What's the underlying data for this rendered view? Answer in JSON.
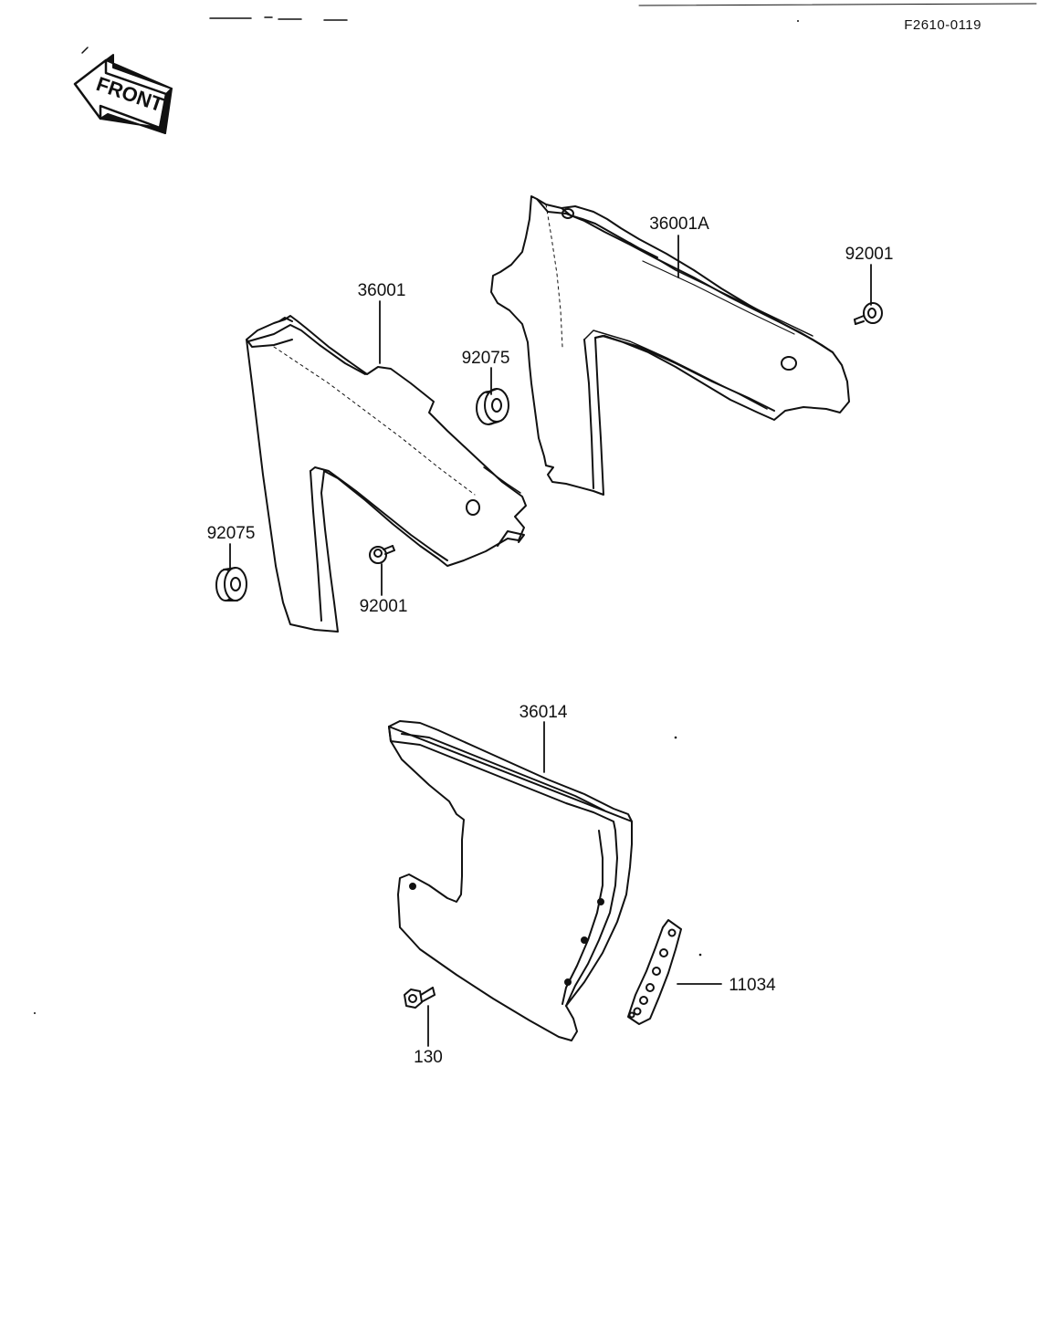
{
  "figure_code": "F2610-0119",
  "front_label": "FRONT",
  "callouts": {
    "p36001A": "36001A",
    "p92001_top": "92001",
    "p36001": "36001",
    "p92075_mid": "92075",
    "p92075_left": "92075",
    "p92001_mid": "92001",
    "p36014": "36014",
    "p11034": "11034",
    "p130": "130"
  },
  "colors": {
    "ink": "#111111",
    "paper": "#ffffff"
  }
}
